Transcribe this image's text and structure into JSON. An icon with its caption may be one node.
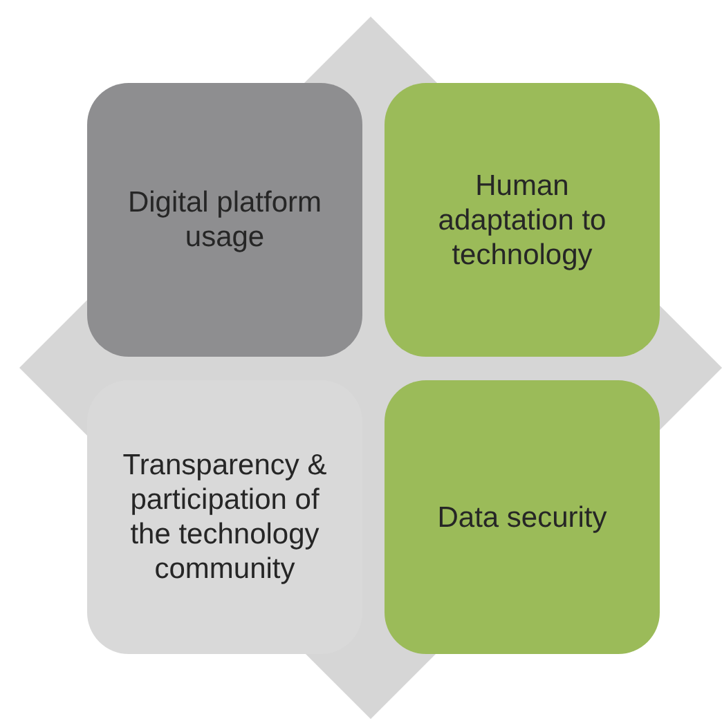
{
  "diagram": {
    "nodes": [
      {
        "text": [
          "Digital platform usage"
        ]
      },
      {
        "text": [
          "Human adaptation to technology"
        ]
      },
      {
        "text": [
          "Transparency & participation of the technology community"
        ]
      },
      {
        "text": [
          "Data security"
        ]
      }
    ]
  }
}
